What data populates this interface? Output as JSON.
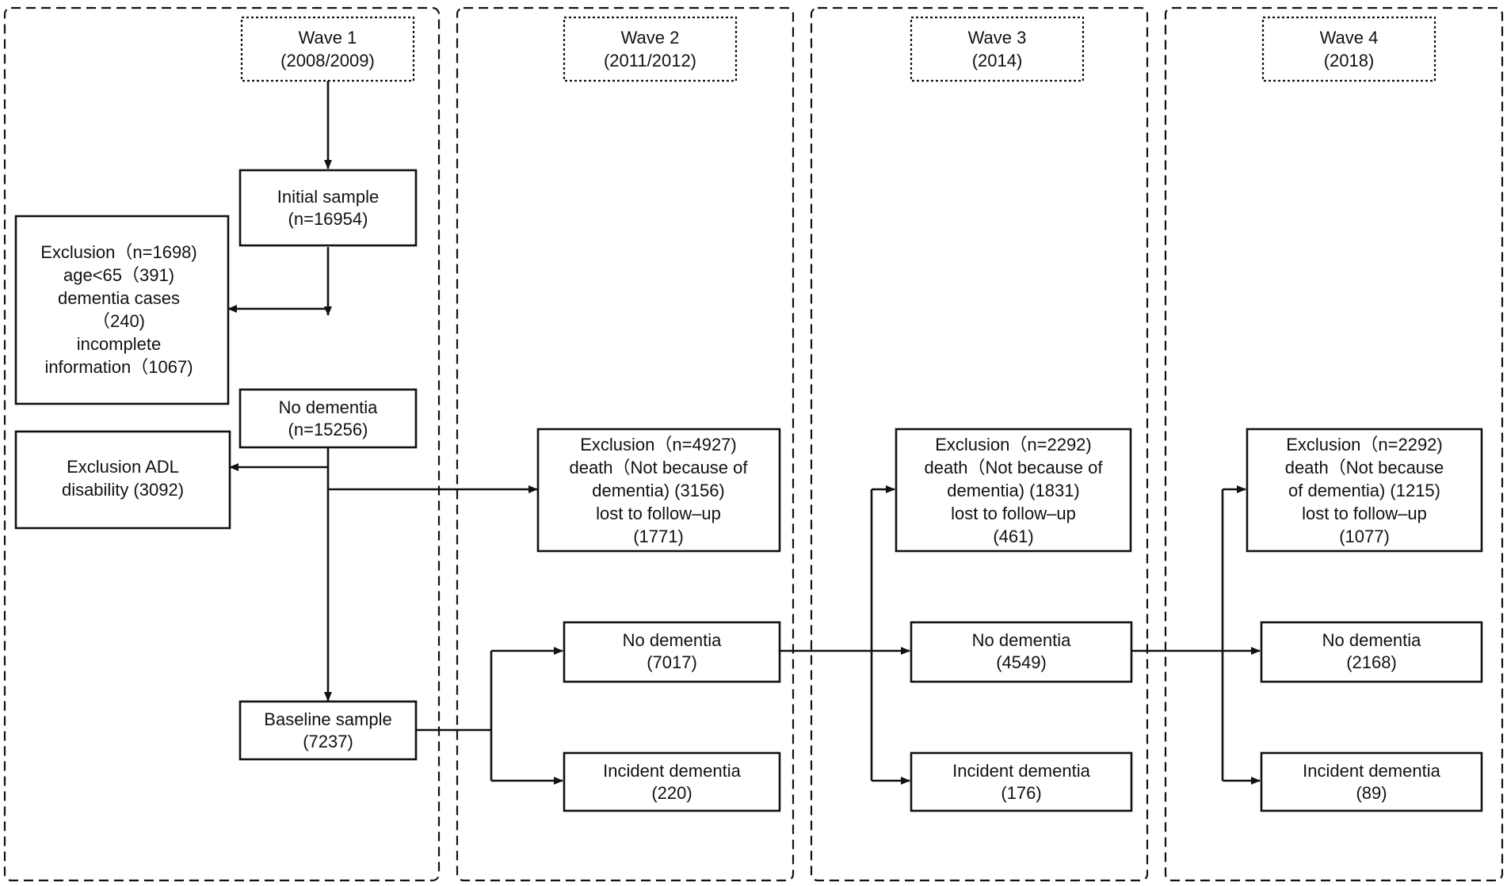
{
  "waves": [
    {
      "title": "Wave 1",
      "years": "(2008/2009)"
    },
    {
      "title": "Wave 2",
      "years": "(2011/2012)"
    },
    {
      "title": "Wave 3",
      "years": "(2014)"
    },
    {
      "title": "Wave 4",
      "years": "(2018)"
    }
  ],
  "wave1": {
    "initial": [
      "Initial sample",
      "(n=16954)"
    ],
    "exclusion1": [
      "Exclusion（n=1698)",
      "age<65（391)",
      "dementia cases",
      "（240)",
      "incomplete",
      "information（1067)"
    ],
    "no_dementia": [
      "No dementia",
      "(n=15256)"
    ],
    "exclusion_adl": [
      "Exclusion ADL",
      "disability (3092)"
    ],
    "baseline": [
      "Baseline sample",
      "(7237)"
    ]
  },
  "wave2": {
    "exclusion": [
      "Exclusion（n=4927)",
      "death（Not because of",
      "dementia)    (3156)",
      "lost to follow–up",
      "(1771)"
    ],
    "no_dementia": [
      "No dementia",
      "(7017)"
    ],
    "incident": [
      "Incident dementia",
      "(220)"
    ]
  },
  "wave3": {
    "exclusion": [
      "Exclusion（n=2292)",
      "death（Not because of",
      "dementia)   (1831)",
      "lost to follow–up",
      "(461)"
    ],
    "no_dementia": [
      "No dementia",
      "(4549)"
    ],
    "incident": [
      "Incident dementia",
      "(176)"
    ]
  },
  "wave4": {
    "exclusion": [
      "Exclusion（n=2292)",
      "death（Not because",
      "of dementia)   (1215)",
      "lost to follow–up",
      "(1077)"
    ],
    "no_dementia": [
      "No dementia",
      "(2168)"
    ],
    "incident": [
      "Incident dementia",
      "(89)"
    ]
  }
}
